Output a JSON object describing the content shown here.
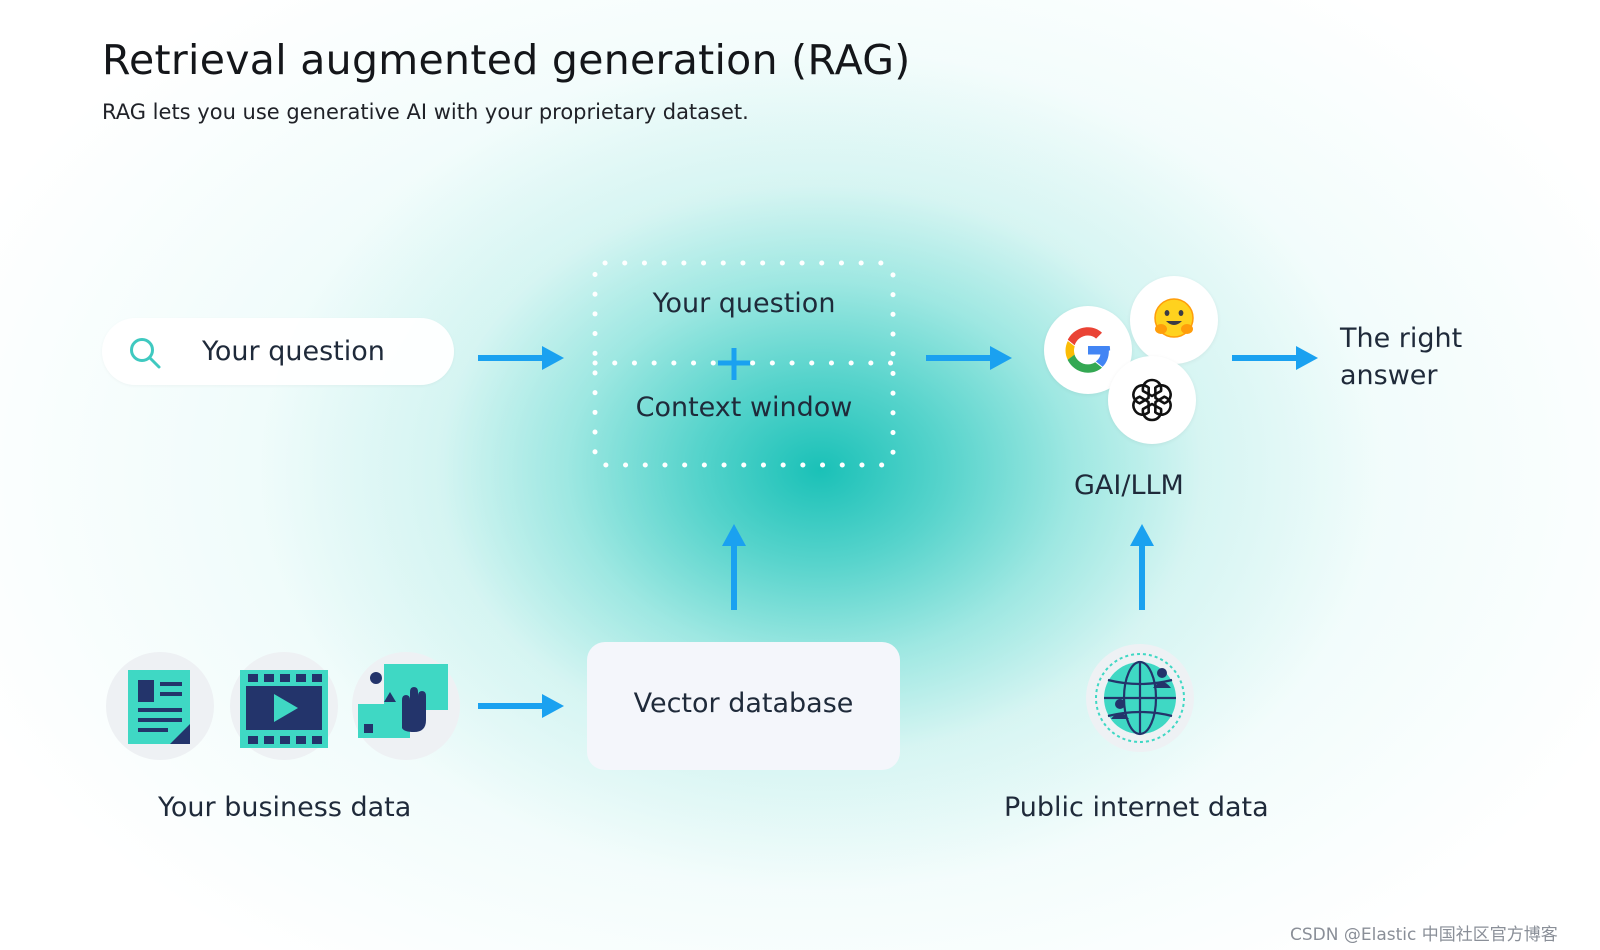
{
  "diagram": {
    "title": "Retrieval augmented generation (RAG)",
    "subtitle": "RAG lets you use generative AI with your proprietary dataset.",
    "nodes": {
      "question_input": {
        "label": "Your question",
        "icon": "search-icon"
      },
      "context_window": {
        "question_label": "Your question",
        "plus": "+",
        "context_label": "Context window"
      },
      "llm": {
        "label": "GAI/LLM",
        "icons": [
          "google-icon",
          "hugging-face-icon",
          "openai-icon"
        ]
      },
      "answer": {
        "line1": "The right",
        "line2": "answer"
      },
      "business_data": {
        "label": "Your business data",
        "icons": [
          "document-icon",
          "video-icon",
          "media-icon"
        ]
      },
      "vector_db": {
        "label": "Vector database"
      },
      "public_data": {
        "label": "Public internet data",
        "icon": "globe-icon"
      }
    },
    "edges": [
      {
        "from": "question_input",
        "to": "context_window"
      },
      {
        "from": "context_window",
        "to": "llm"
      },
      {
        "from": "llm",
        "to": "answer"
      },
      {
        "from": "business_data",
        "to": "vector_db"
      },
      {
        "from": "vector_db",
        "to": "context_window"
      },
      {
        "from": "public_data",
        "to": "llm"
      }
    ],
    "colors": {
      "accent_arrow": "#1aa1f0",
      "glow": "#12bfb3",
      "icon_teal": "#3fd8c4",
      "icon_navy": "#23346b"
    }
  },
  "watermark": "CSDN @Elastic 中国社区官方博客"
}
